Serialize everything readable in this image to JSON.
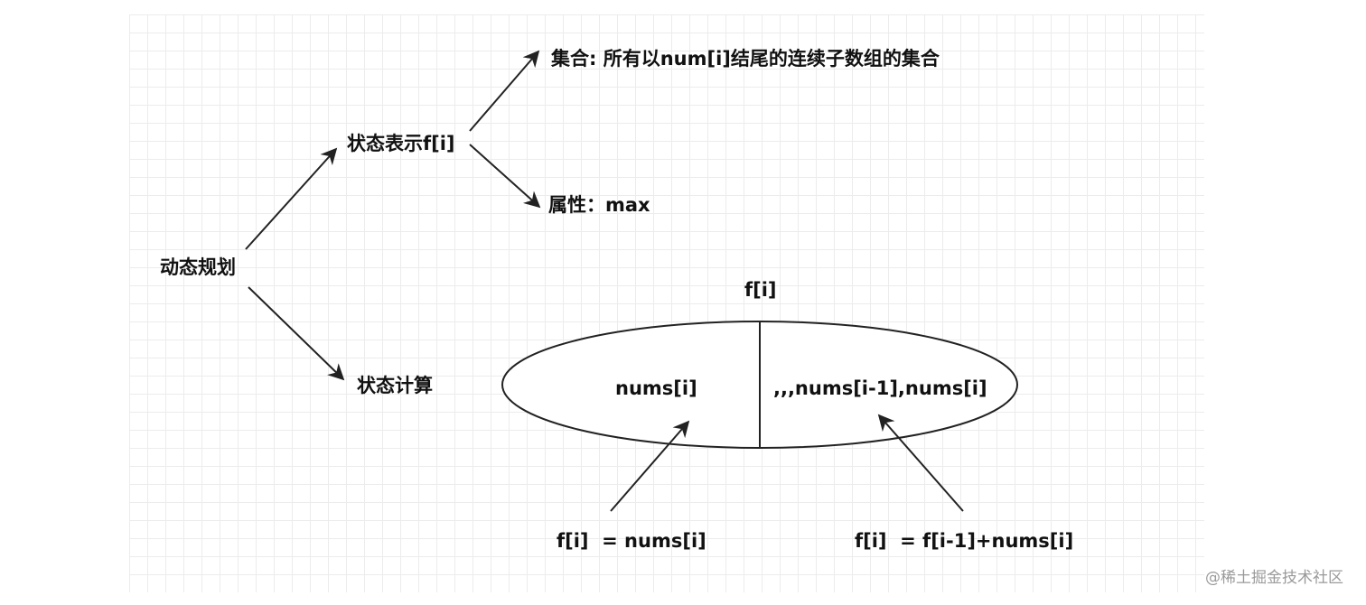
{
  "diagram": {
    "root": "动态规划",
    "state_repr": "状态表示f[i]",
    "set": "集合: 所有以num[i]结尾的连续子数组的集合",
    "attribute": "属性：max",
    "state_calc": "状态计算",
    "partition_title": "f[i]",
    "left_part": "nums[i]",
    "right_part": ",,,nums[i-1],nums[i]",
    "left_formula": "f[i]  = nums[i]",
    "right_formula": "f[i]  = f[i-1]+nums[i]"
  },
  "watermark": "@稀土掘金技术社区"
}
